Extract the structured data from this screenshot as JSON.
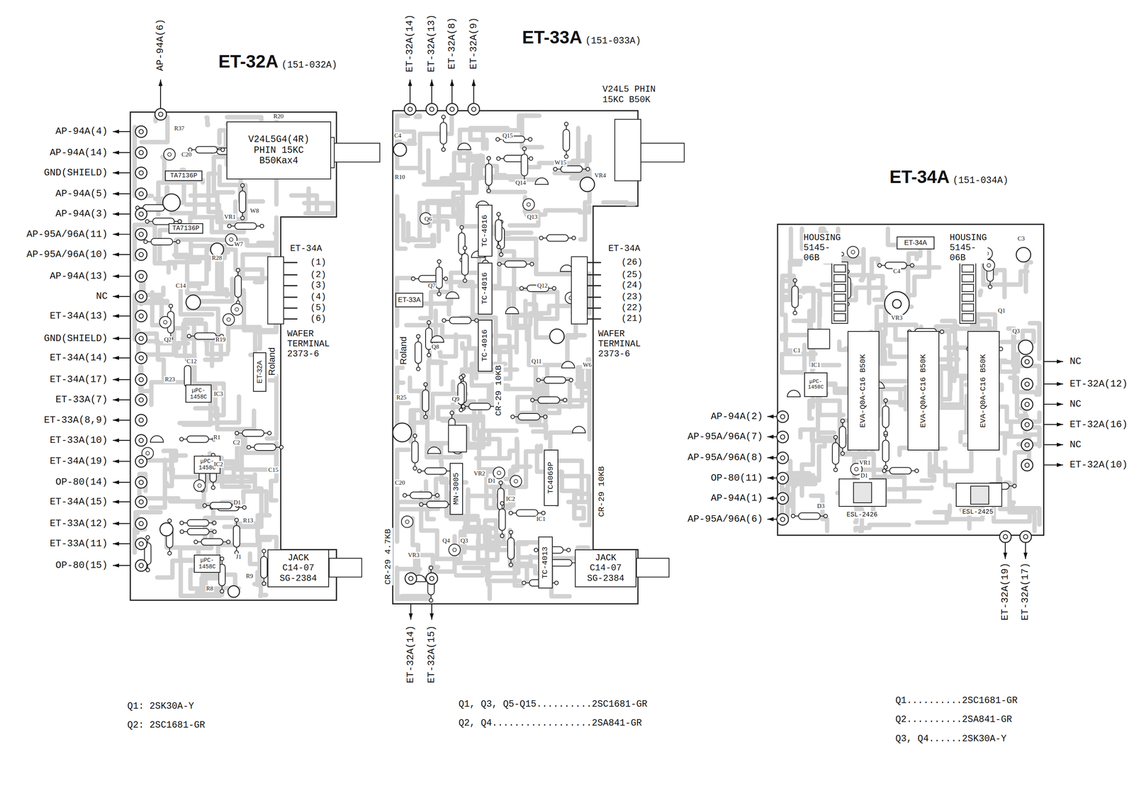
{
  "diagram": {
    "nodes": [
      {
        "text": [
          "ET-32A",
          "(151-032A)"
        ]
      },
      {
        "text": [
          "V24L5G4(4R) PHIN 15KC B50Kax4"
        ],
        "in": 0
      },
      {
        "text": [
          "TA7136P"
        ],
        "in": 0
      },
      {
        "text": [
          "TA7136P"
        ],
        "in": 0
      },
      {
        "text": [
          "ET-32A"
        ],
        "in": 0
      },
      {
        "text": [
          "μPC-1458C"
        ],
        "in": 0
      },
      {
        "text": [
          "μPC-1458C"
        ],
        "in": 0
      },
      {
        "text": [
          "μPC-1458C"
        ],
        "in": 0
      },
      {
        "text": [
          "JACK C14-07 SG-2384"
        ],
        "in": 0
      },
      {
        "text": [
          "ET-33A",
          "(151-033A)"
        ]
      },
      {
        "text": [
          "ET-33A"
        ],
        "in": 9
      },
      {
        "text": [
          "TC-4016"
        ],
        "in": 9
      },
      {
        "text": [
          "TC-4016"
        ],
        "in": 9
      },
      {
        "text": [
          "TC-4016"
        ],
        "in": 9
      },
      {
        "text": [
          "MN-3005"
        ],
        "in": 9
      },
      {
        "text": [
          "TC4069P"
        ],
        "in": 9
      },
      {
        "text": [
          "TC-4013"
        ],
        "in": 9
      },
      {
        "text": [
          "JACK C14-07 SG-2384"
        ],
        "in": 9
      },
      {
        "text": [
          "ET-34A",
          "(151-034A)"
        ]
      },
      {
        "text": [
          "ET-34A"
        ],
        "in": 18
      },
      {
        "text": [
          "μPC-1458C"
        ],
        "in": 18
      },
      {
        "text": [
          "EVA-Q0A-C16 B50K"
        ],
        "in": 18
      },
      {
        "text": [
          "EVA-Q0A-C16 B50K"
        ],
        "in": 18
      },
      {
        "text": [
          "EVA-Q0A-C16 B50K"
        ],
        "in": 18
      }
    ],
    "labels": [
      "AP-94A(6)",
      "AP-94A(4)",
      "AP-94A(14)",
      "GND(SHIELD)",
      "AP-94A(5)",
      "AP-94A(3)",
      "AP-95A/96A(11)",
      "AP-95A/96A(10)",
      "AP-94A(13)",
      "NC",
      "ET-34A(13)",
      "GND(SHIELD)",
      "ET-34A(14)",
      "ET-34A(17)",
      "ET-33A(7)",
      "ET-33A(8,9)",
      "ET-33A(10)",
      "ET-34A(19)",
      "OP-80(14)",
      "ET-34A(15)",
      "ET-33A(12)",
      "ET-33A(11)",
      "OP-80(15)",
      "ET-34A",
      "(1)",
      "(2)",
      "(3)",
      "(4)",
      "(5)",
      "(6)",
      "WAFER TERMINAL 2373-6",
      "Roland",
      "Q1: 2SK30A-Y",
      "Q2: 2SC1681-GR",
      "R20",
      "R37",
      "C20",
      "VR1",
      "W8",
      "W7",
      "R28",
      "C14",
      "R19",
      "Q2",
      "C12",
      "R23",
      "IC3",
      "R1",
      "C2",
      "IC2",
      "C15",
      "D1",
      "R13",
      "J1",
      "R9",
      "R8",
      "ET-32A(14)",
      "ET-32A(13)",
      "ET-32A(8)",
      "ET-32A(9)",
      "V24L5 PHIN 15KC B50K",
      "ET-34A",
      "(26)",
      "(25)",
      "(24)",
      "(23)",
      "(22)",
      "(21)",
      "WAFER TERMINAL 2373-6",
      "Roland",
      "CR-29 4.7KB",
      "CR-29 10KB",
      "CR-29 10KB",
      "ET-32A(14)",
      "ET-32A(15)",
      "Q1, Q3, Q5-Q15..........2SC1681-GR",
      "Q2, Q4..................2SA841-GR",
      "C4",
      "R10",
      "Q6",
      "Q7",
      "Q8",
      "Q9",
      "R25",
      "C20",
      "VR3",
      "Q4",
      "Q3",
      "VR2",
      "D1",
      "IC2",
      "IC1",
      "Q15",
      "Q14",
      "Q13",
      "Q12",
      "Q11",
      "VR4",
      "W15",
      "W6",
      "HOUSING 5145-06B",
      "HOUSING 5145-06B",
      "AP-94A(2)",
      "AP-95A/96A(7)",
      "AP-95A/96A(8)",
      "OP-80(11)",
      "AP-94A(1)",
      "AP-95A/96A(6)",
      "NC",
      "ET-32A(12)",
      "NC",
      "ET-32A(16)",
      "NC",
      "ET-32A(10)",
      "ET-32A(19)",
      "ET-32A(17)",
      "ESL-2426",
      "ESL-2425",
      "Q1..........2SC1681-GR",
      "Q2..........2SA841-GR",
      "Q3, Q4......2SK30A-Y",
      "C3",
      "C4",
      "IC1",
      "C1",
      "Q1",
      "Q3",
      "D1",
      "D3",
      "VR1",
      "VR3"
    ]
  }
}
